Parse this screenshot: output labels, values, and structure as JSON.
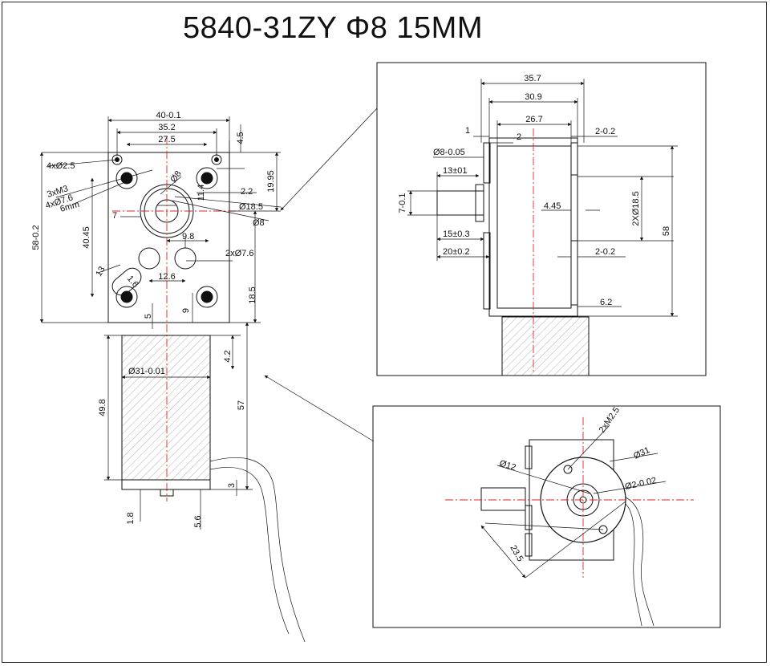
{
  "title": "5840-31ZY Φ8 15MM",
  "front_view": {
    "dims": {
      "w40": "40-0.1",
      "w35": "35.2",
      "w27": "27.5",
      "d45": "4.5",
      "holes4": "4xØ2.5",
      "h58": "58-0.2",
      "h4045": "40.45",
      "h1995": "19.95",
      "d22": "2.2",
      "d114": "11.4",
      "d8a": "Ø8",
      "d185": "Ø18.5",
      "d8b": "Ø8",
      "d7": "7",
      "m3": "3xM3",
      "o76": "4xØ7.6",
      "mm6": "6mm",
      "d98": "9.8",
      "o76b": "2xØ7.6",
      "d126": "12.6",
      "d13": "13",
      "d16": "1.6",
      "d5": "5",
      "d9": "9",
      "d185v": "18.5"
    }
  },
  "body_view": {
    "dims": {
      "o31": "Ø31-0.01",
      "h498": "49.8",
      "d42": "4.2",
      "h57": "57",
      "d3": "3",
      "d18": "1.8",
      "d56": "5.6"
    }
  },
  "side_view": {
    "dims": {
      "t357": "35.7",
      "t309": "30.9",
      "t267": "26.7",
      "t1": "1",
      "t2": "2",
      "t202a": "2-0.2",
      "o8": "Ø8-0.05",
      "d13": "13±01",
      "d7": "7-0.1",
      "d445": "4.45",
      "o185": "2XØ18.5",
      "h58": "58",
      "d15": "15±0.3",
      "d20": "20±0.2",
      "t202b": "2-0.2",
      "d62": "6.2"
    }
  },
  "end_view": {
    "dims": {
      "m25": "2xM2.5",
      "o31": "Ø31",
      "o12": "Ø12",
      "o2": "Ø2-0.02",
      "d235": "23.5"
    }
  }
}
